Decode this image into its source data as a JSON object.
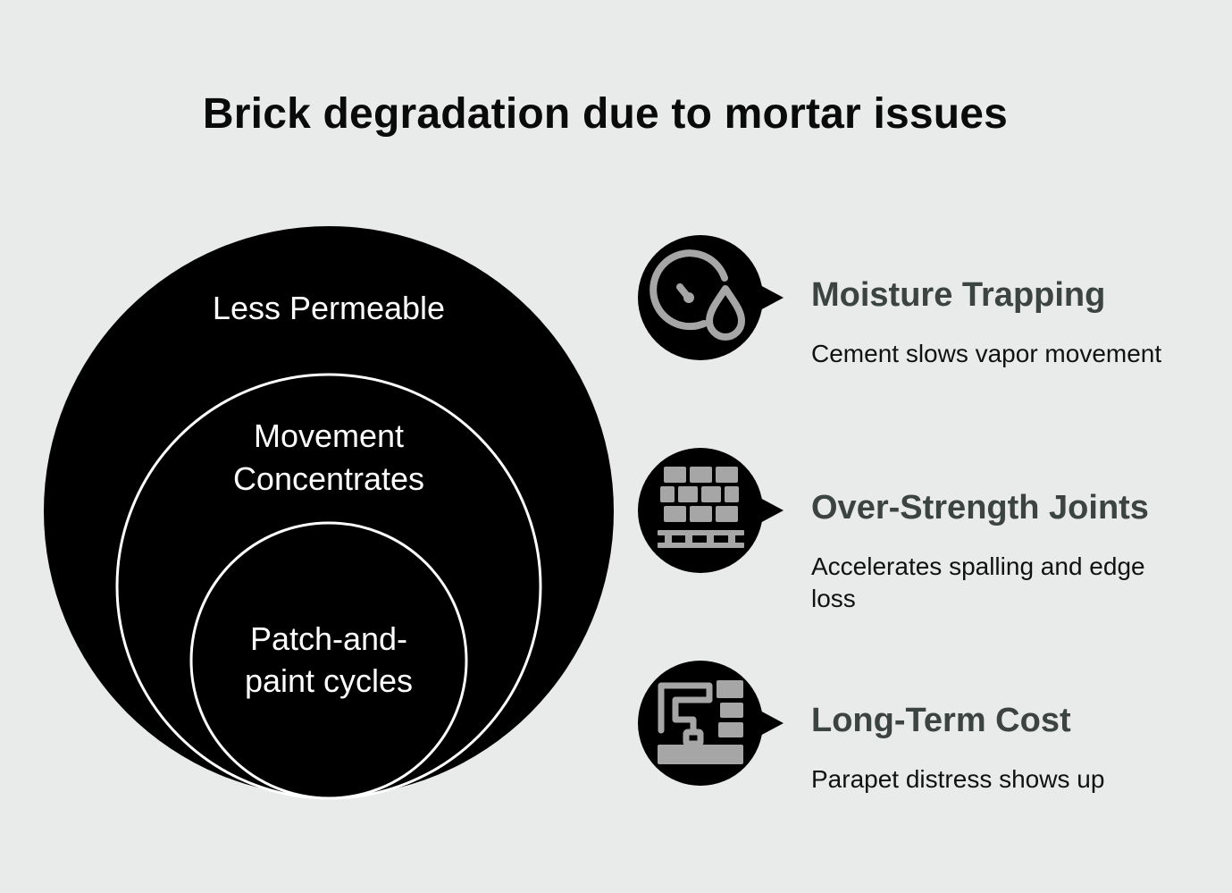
{
  "title": "Brick degradation due to mortar issues",
  "circles": {
    "outer_label": "Less Permeable",
    "middle_label_lines": [
      "Movement",
      "Concentrates"
    ],
    "inner_label_lines": [
      "Patch-and-",
      "paint cycles"
    ]
  },
  "items": [
    {
      "icon": "moisture-gauge-icon",
      "heading": "Moisture Trapping",
      "description": "Cement slows vapor movement"
    },
    {
      "icon": "brick-wall-icon",
      "heading": "Over-Strength Joints",
      "description": "Accelerates spalling and edge loss"
    },
    {
      "icon": "paint-roller-wall-icon",
      "heading": "Long-Term Cost",
      "description": "Parapet distress shows up"
    }
  ],
  "colors": {
    "background": "#e9eaea",
    "circle_fill": "#000000",
    "ring_stroke": "#ffffff",
    "icon_gray": "#a6a6a6",
    "heading_color": "#3c4441"
  }
}
